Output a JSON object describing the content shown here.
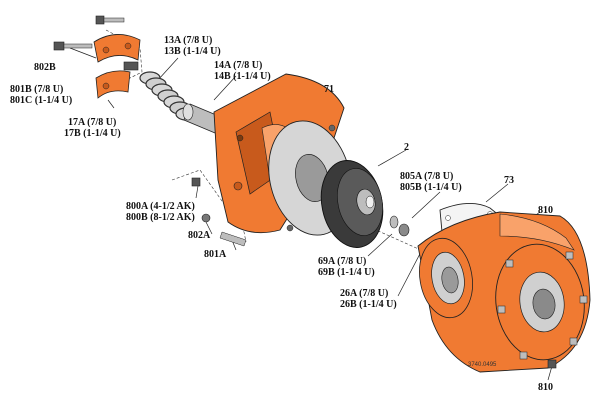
{
  "colors": {
    "part_orange": "#f07a32",
    "part_orange_dark": "#c85a1c",
    "part_orange_light": "#f9a26a",
    "metal_gray": "#bdbdbd",
    "metal_dark": "#6e6e6e",
    "rubber_black": "#3a3a3a",
    "line": "#222222"
  },
  "labels": {
    "p802B": "802B",
    "p801B": "801B (7/8 U)",
    "p801C": "801C (1-1/4 U)",
    "p17A": "17A (7/8 U)",
    "p17B": "17B (1-1/4 U)",
    "p13A": "13A (7/8 U)",
    "p13B": "13B (1-1/4 U)",
    "p14A": "14A (7/8 U)",
    "p14B": "14B (1-1/4 U)",
    "p71": "71",
    "p2": "2",
    "p805A": "805A (7/8 U)",
    "p805B": "805B (1-1/4 U)",
    "p73": "73",
    "p810top": "810",
    "p800A": "800A (4-1/2 AK)",
    "p800B": "800B (8-1/2 AK)",
    "p802A": "802A",
    "p801A": "801A",
    "p69A": "69A (7/8 U)",
    "p69B": "69B (1-1/4 U)",
    "p26A": "26A (7/8 U)",
    "p26B": "26B (1-1/4 U)",
    "p810bottom": "810",
    "drawing_no": "3740.0495"
  }
}
